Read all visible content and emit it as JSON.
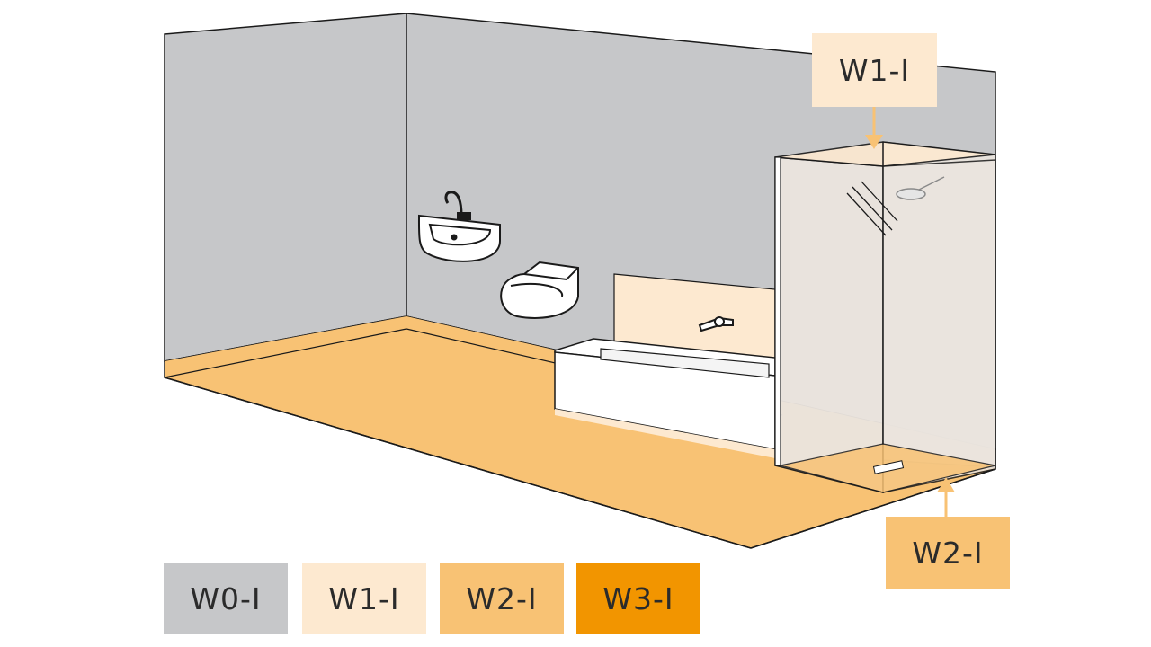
{
  "colors": {
    "w0": "#c6c7c9",
    "w1": "#fde9d0",
    "w2": "#f8c274",
    "w3": "#f29500",
    "outline": "#1a1a1a",
    "glass": "#ebe5df"
  },
  "callouts": {
    "shower_wall": {
      "label": "W1-I",
      "color": "#fde9d0"
    },
    "shower_floor": {
      "label": "W2-I",
      "color": "#f8c274"
    }
  },
  "legend": [
    {
      "label": "W0-I",
      "color": "#c6c7c9"
    },
    {
      "label": "W1-I",
      "color": "#fde9d0"
    },
    {
      "label": "W2-I",
      "color": "#f8c274"
    },
    {
      "label": "W3-I",
      "color": "#f29500"
    }
  ]
}
